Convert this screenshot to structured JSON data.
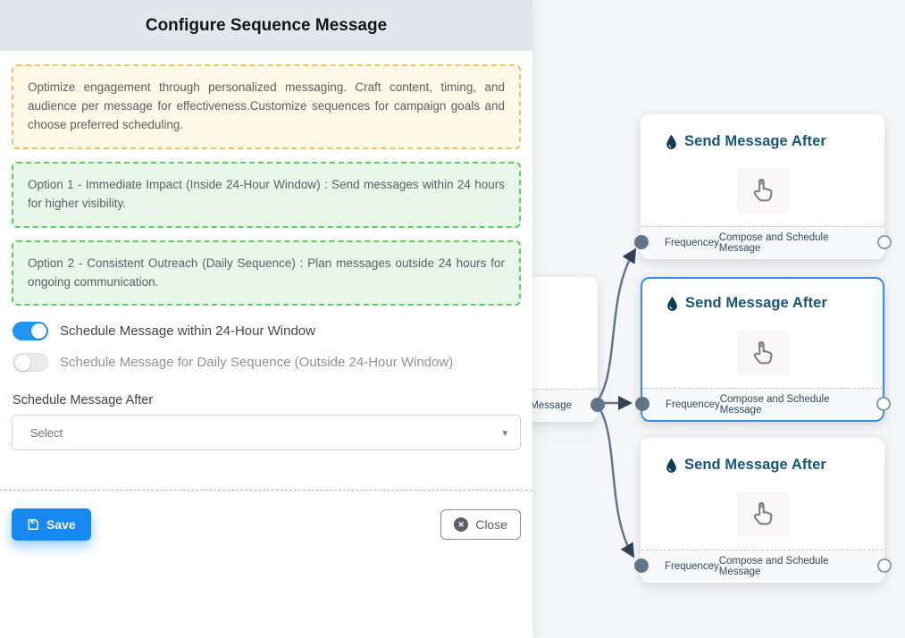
{
  "panel": {
    "title": "Configure Sequence Message",
    "boxes": {
      "intro": "Optimize engagement through personalized messaging. Craft content, timing, and audience per message for effectiveness.Customize sequences for campaign goals and choose preferred scheduling.",
      "option1": "Option 1 - Immediate Impact (Inside 24-Hour Window) : Send messages within 24 hours for higher visibility.",
      "option2": "Option 2 - Consistent Outreach (Daily Sequence) : Plan messages outside 24 hours for ongoing communication."
    },
    "toggles": [
      {
        "label": "Schedule Message within 24-Hour Window",
        "state": "on"
      },
      {
        "label": "Schedule Message for Daily Sequence (Outside 24-Hour Window)",
        "state": "off"
      }
    ],
    "schedule_after": {
      "label": "Schedule Message After",
      "value": "Select"
    },
    "actions": {
      "save": "Save",
      "close": "Close"
    }
  },
  "canvas": {
    "partial_node": {
      "footer_visible_label": "ce Message"
    },
    "nodes": [
      {
        "title": "Send Message After",
        "left_label": "Frequencey",
        "right_label": "Compose and Schedule Message",
        "selected": false
      },
      {
        "title": "Send Message After",
        "left_label": "Frequencey",
        "right_label": "Compose and Schedule Message",
        "selected": true
      },
      {
        "title": "Send Message After",
        "left_label": "Frequencey",
        "right_label": "Compose and Schedule Message",
        "selected": false
      }
    ]
  },
  "colors": {
    "accent_blue": "#1789f3",
    "toggle_on": "#2196f3",
    "selected_node_border": "#2f8ef5",
    "node_title": "#15567a",
    "edge": "#64748b",
    "yellow_border": "#f4c163",
    "green_border": "#56d45b",
    "canvas_bg": "#f5f6f8",
    "header_bg": "#e3e6ea"
  }
}
